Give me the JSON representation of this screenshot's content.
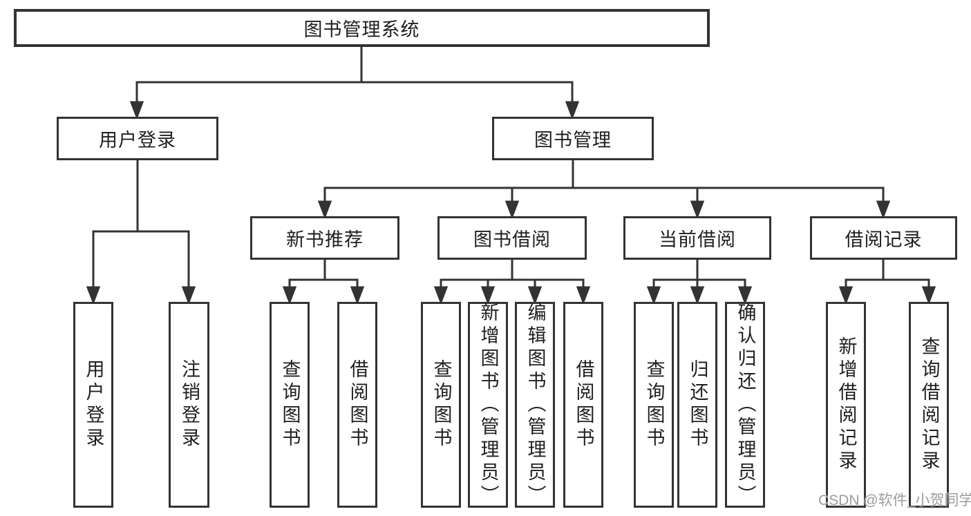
{
  "diagram_type": "hierarchy-tree",
  "tree": {
    "label": "图书管理系统",
    "children": [
      {
        "label": "用户登录",
        "children": [
          {
            "label": "用户登录"
          },
          {
            "label": "注销登录"
          }
        ]
      },
      {
        "label": "图书管理",
        "children": [
          {
            "label": "新书推荐",
            "children": [
              {
                "label": "查询图书"
              },
              {
                "label": "借阅图书"
              }
            ]
          },
          {
            "label": "图书借阅",
            "children": [
              {
                "label": "查询图书"
              },
              {
                "label": "新增图书（管理员）"
              },
              {
                "label": "编辑图书（管理员）"
              },
              {
                "label": "借阅图书"
              }
            ]
          },
          {
            "label": "当前借阅",
            "children": [
              {
                "label": "查询图书"
              },
              {
                "label": "归还图书"
              },
              {
                "label": "确认归还（管理员）"
              }
            ]
          },
          {
            "label": "借阅记录",
            "children": [
              {
                "label": "新增借阅记录"
              },
              {
                "label": "查询借阅记录"
              }
            ]
          }
        ]
      }
    ]
  },
  "watermark": {
    "text": "CSDN @软件_小贺同学"
  },
  "colors": {
    "box_border": "#333333",
    "connector_line": "#333333",
    "text": "#1f1f1f",
    "watermark": "#9c9c9c",
    "background": "#ffffff"
  }
}
